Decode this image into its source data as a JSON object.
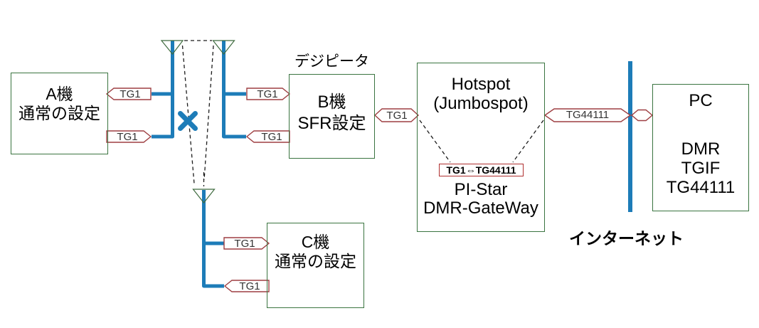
{
  "radio_a": {
    "line1": "A機",
    "line2": "通常の設定",
    "rx_tag": "TG1",
    "tx_tag": "TG1"
  },
  "radio_b": {
    "caption": "デジピータ",
    "line1": "B機",
    "line2": "SFR設定",
    "rx_tag": "TG1",
    "tx_tag": "TG1",
    "link_tag": "TG1"
  },
  "radio_c": {
    "line1": "C機",
    "line2": "通常の設定",
    "rx_tag": "TG1",
    "tx_tag": "TG1"
  },
  "hotspot": {
    "line1": "Hotspot",
    "line2": "(Jumbospot)",
    "gateway_tag": "TG1⇔TG44111",
    "line3": "PI-Star",
    "line4": "DMR-GateWay",
    "link_tag": "TG44111"
  },
  "pc": {
    "line1": "PC",
    "line2": "DMR",
    "line3": "TGIF",
    "line4": "TG44111"
  },
  "labels": {
    "internet": "インターネット"
  },
  "colors": {
    "rf_blue": "#1d7cb8",
    "box_green": "#3a7440",
    "arrow_maroon": "#9e3f42",
    "gateway_tag_red": "#b03030",
    "text_black": "#000000",
    "tag_text_gray": "#333333"
  }
}
